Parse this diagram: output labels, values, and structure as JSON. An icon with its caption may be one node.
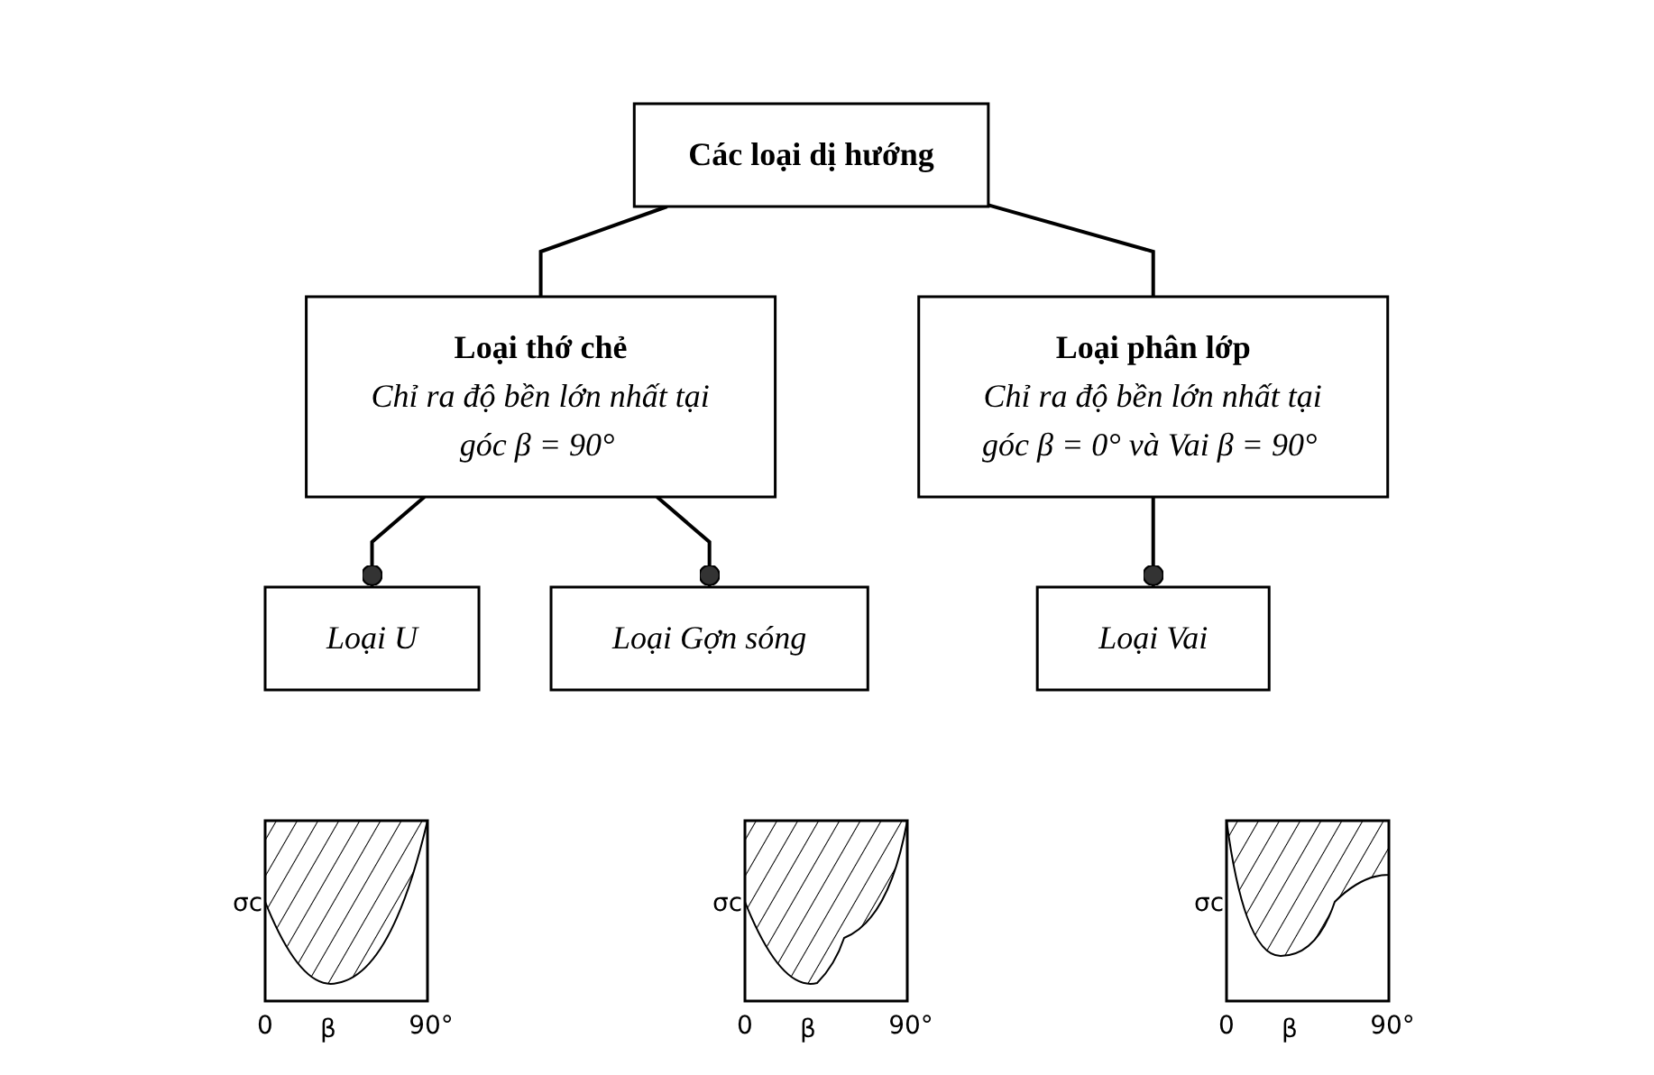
{
  "diagram": {
    "nodes": [
      {
        "text": [
          "Các loại dị hướng"
        ]
      },
      {
        "text": [
          "Loại thớ chẻ",
          "Chỉ ra độ bền lớn nhất tại góc β = 90°"
        ]
      },
      {
        "text": [
          "Loại phân lớp",
          "Chỉ ra độ bền lớn nhất tại góc β = 0° và Vai β = 90°"
        ]
      },
      {
        "text": [
          "Loại U"
        ]
      },
      {
        "text": [
          "Loại Gợn sóng"
        ]
      },
      {
        "text": [
          "Loại Vai"
        ]
      }
    ],
    "edges": [
      {
        "from": 0,
        "to": 1,
        "arrow": "none"
      },
      {
        "from": 0,
        "to": 2,
        "arrow": "none"
      },
      {
        "from": 1,
        "to": 3,
        "arrow": "other"
      },
      {
        "from": 1,
        "to": 4,
        "arrow": "other"
      },
      {
        "from": 2,
        "to": 5,
        "arrow": "other"
      }
    ],
    "labels": [
      "σc",
      "0",
      "β",
      "90°",
      "σc",
      "0",
      "β",
      "90°",
      "σc",
      "0",
      "β",
      "90°"
    ]
  }
}
